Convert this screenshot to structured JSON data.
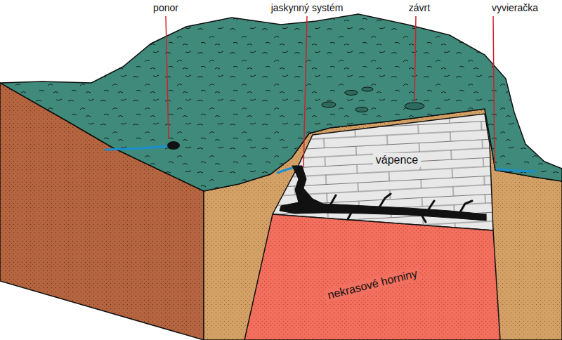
{
  "diagram": {
    "labels": [
      "ponor",
      "jaskynný systém",
      "závrt",
      "vyvieračka",
      "vápence",
      "nekrasové horniny"
    ]
  }
}
